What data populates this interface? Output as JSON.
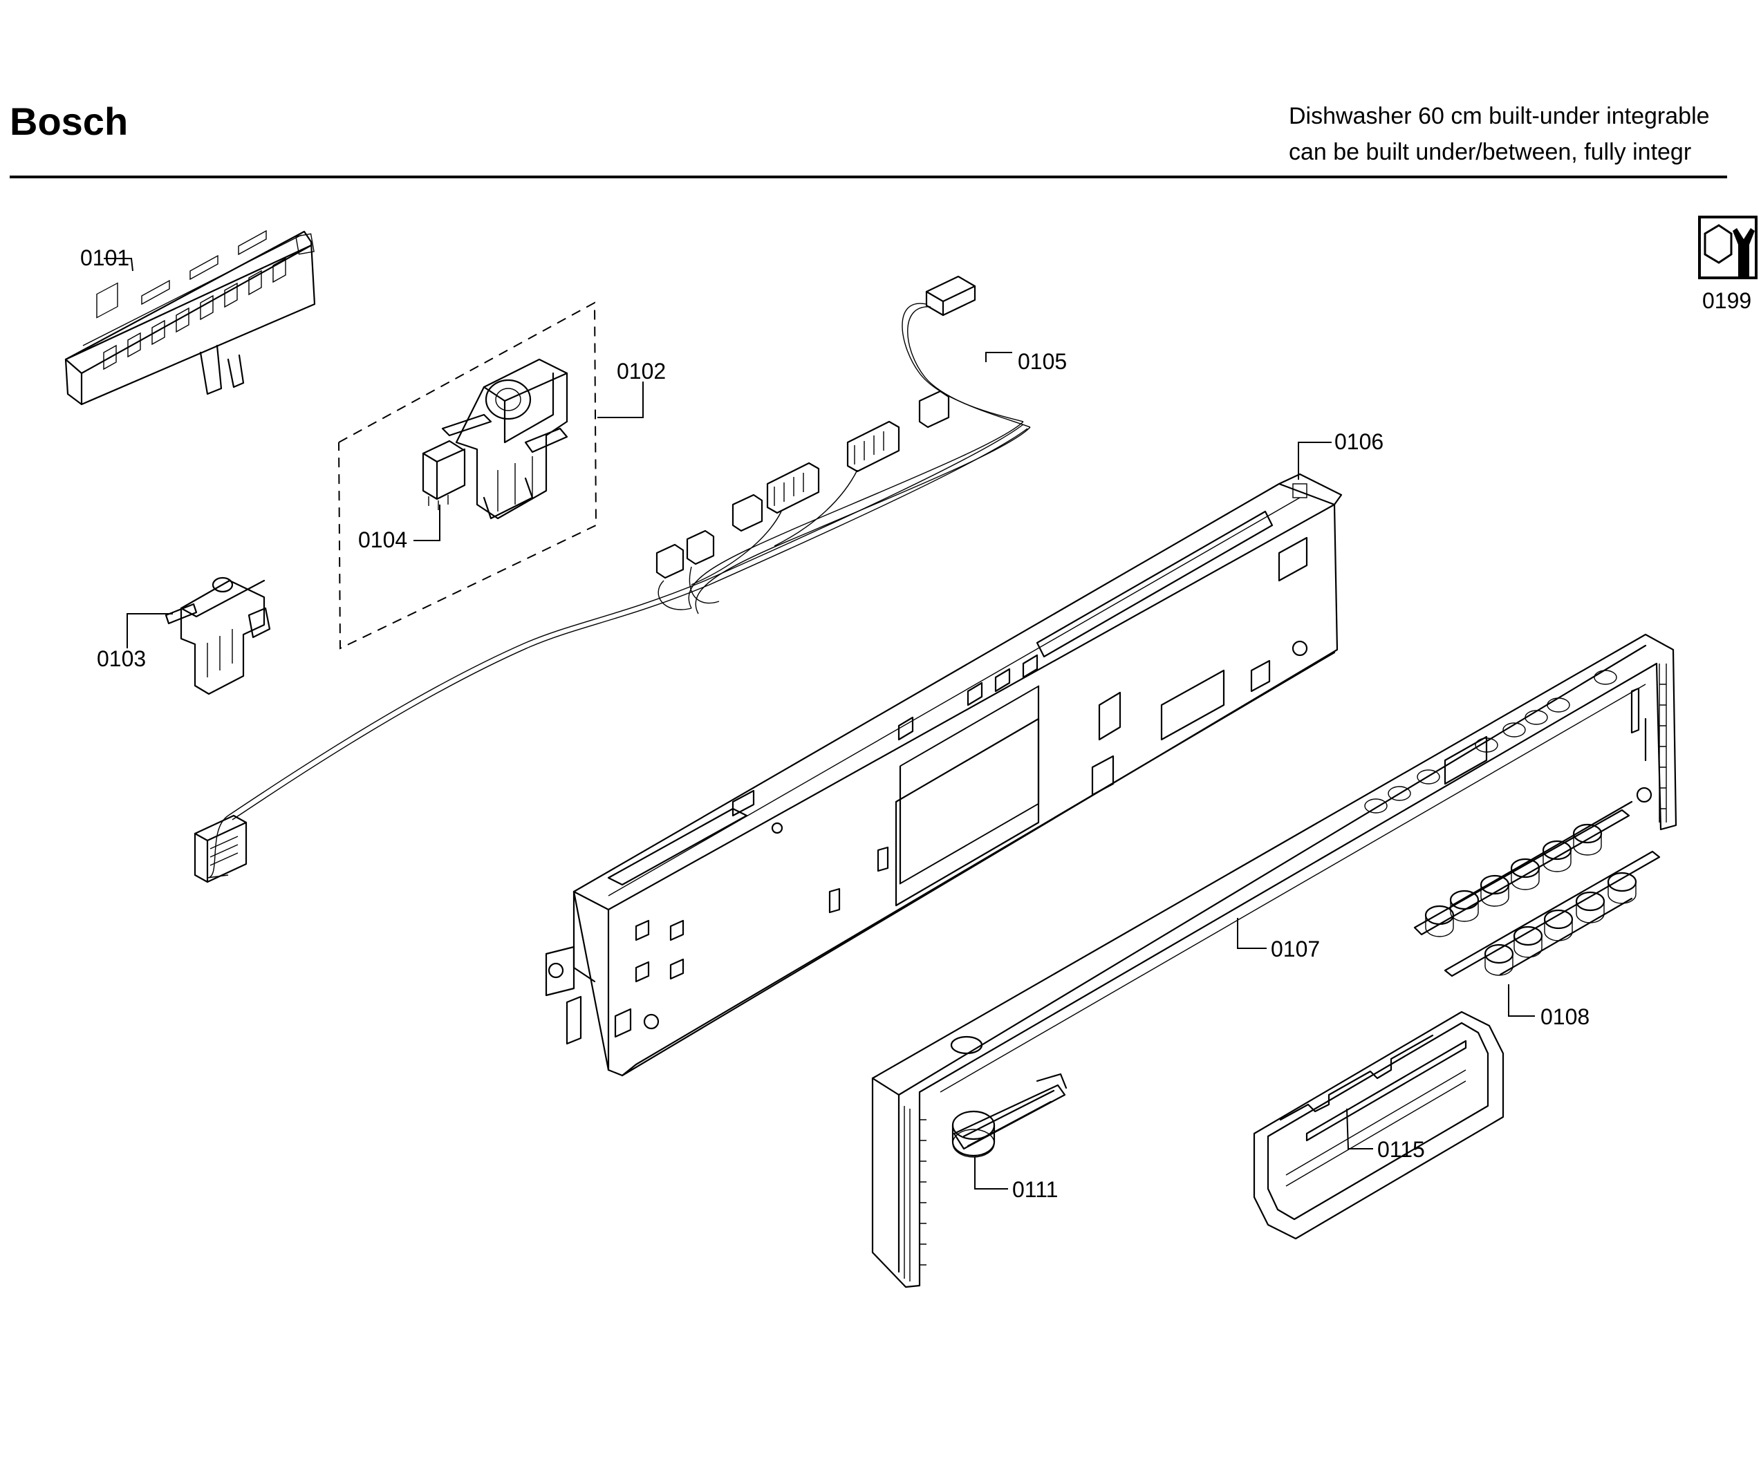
{
  "header": {
    "brand": "Bosch",
    "description_line1": "Dishwasher 60 cm built-under integrable",
    "description_line2": "can be built under/between, fully integr"
  },
  "tool_icon": {
    "icon": "wrench-nut-icon",
    "label": "0199"
  },
  "parts": [
    {
      "id": "p0101",
      "label": "0101"
    },
    {
      "id": "p0102",
      "label": "0102"
    },
    {
      "id": "p0103",
      "label": "0103"
    },
    {
      "id": "p0104",
      "label": "0104"
    },
    {
      "id": "p0105",
      "label": "0105"
    },
    {
      "id": "p0106",
      "label": "0106"
    },
    {
      "id": "p0107",
      "label": "0107"
    },
    {
      "id": "p0108",
      "label": "0108"
    },
    {
      "id": "p0111",
      "label": "0111"
    },
    {
      "id": "p0115",
      "label": "0115"
    }
  ]
}
